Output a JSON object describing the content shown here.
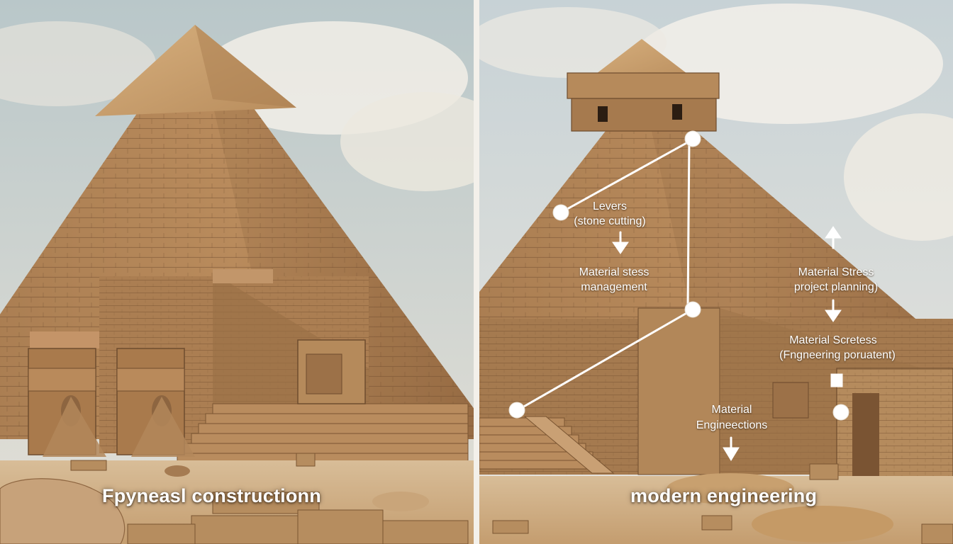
{
  "panels": {
    "left": {
      "caption": "Fpyneasl constructionn"
    },
    "right": {
      "caption": "modern engineering"
    }
  },
  "annotations": {
    "levers_title": "Levers",
    "levers_sub": "(stone cutting)",
    "stress_line1": "Material stess",
    "stress_line2": "management",
    "right_stress_line1": "Material Stress",
    "right_stress_line2": "project planning)",
    "scretess_line1": "Material Scretess",
    "scretess_line2": "(Fngneering poruatent)",
    "eng_line1": "Material",
    "eng_line2": "Engineections"
  },
  "colors": {
    "sky": "#c9d2d4",
    "stone_light": "#c39868",
    "stone_dark": "#8d6540",
    "sand": "#d6b48a",
    "divider": "#ffffff",
    "annotation": "#ffffff"
  }
}
